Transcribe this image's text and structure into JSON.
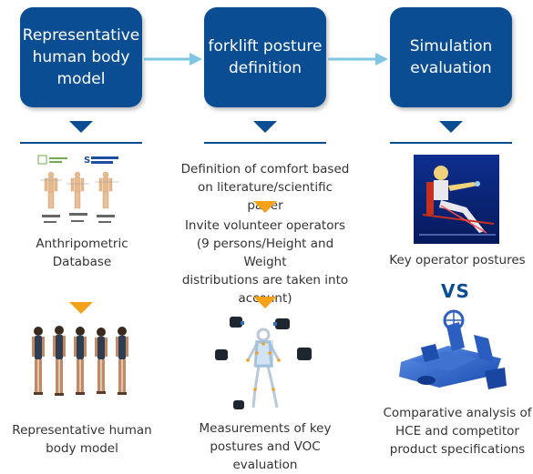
{
  "boxes": {
    "box1": "Representative\nhuman body\nmodel",
    "box2": "forklift posture\ndefinition",
    "box3": "Simulation\nevaluation"
  },
  "left_column": {
    "database_label": "Anthripometric\nDatabase",
    "model_label": "Representative human\nbody model"
  },
  "middle_column": {
    "comfort_text": "Definition of comfort based\non literature/scientific paper",
    "volunteer_text": "Invite volunteer operators\n(9 persons/Height and Weight\ndistributions are taken into\naccount)",
    "measurement_text": "Measurements of key\npostures and VOC evaluation"
  },
  "right_column": {
    "postures_label": "Key operator postures",
    "vs_label": "VS",
    "comparative_text": "Comparative analysis of\nHCE and competitor\nproduct specifications"
  },
  "colors": {
    "box_blue": "#0b4d93",
    "arrow_light_blue": "#7fc6e4",
    "arrow_orange": "#f5a11a"
  }
}
